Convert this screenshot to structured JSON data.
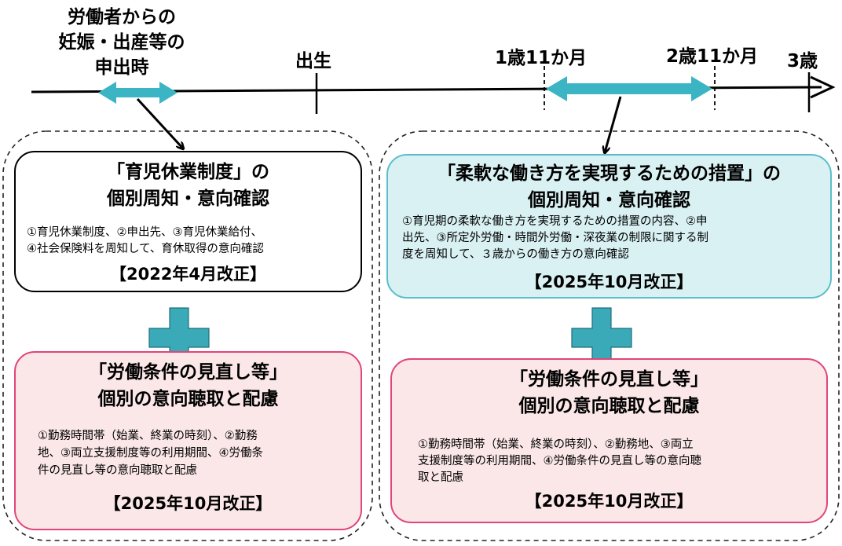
{
  "timeline": {
    "start_label": [
      "労働者からの",
      "妊娠・出産等の",
      "申出時"
    ],
    "ticks": [
      {
        "label": "出生"
      },
      {
        "label": "1歳11か月"
      },
      {
        "label": "2歳11か月"
      },
      {
        "label": "3歳"
      }
    ]
  },
  "left_group": {
    "top_box": {
      "title": [
        "「育児休業制度」の",
        "個別周知・意向確認"
      ],
      "body": [
        "①育児休業制度、②申出先、③育児休業給付、",
        "④社会保険料を周知して、育休取得の意向確認"
      ],
      "revision": "【2022年4月改正】"
    },
    "bottom_box": {
      "title": [
        "「労働条件の見直し等」",
        "個別の意向聴取と配慮"
      ],
      "body": [
        "①勤務時間帯（始業、終業の時刻）、②勤務",
        "地、③両立支援制度等の利用期間、④労働条",
        "件の見直し等の意向聴取と配慮"
      ],
      "revision": "【2025年10月改正】"
    }
  },
  "right_group": {
    "top_box": {
      "title": [
        "「柔軟な働き方を実現するための措置」の",
        "個別周知・意向確認"
      ],
      "body": [
        "①育児期の柔軟な働き方を実現するための措置の内容、②申",
        "出先、③所定外労働・時間外労働・深夜業の制限に関する制",
        "度を周知して、３歳からの働き方の意向確認"
      ],
      "revision": "【2025年10月改正】"
    },
    "bottom_box": {
      "title": [
        "「労働条件の見直し等」",
        "個別の意向聴取と配慮"
      ],
      "body": [
        "①勤務時間帯（始業、終業の時刻）、②勤務地、③両立",
        "支援制度等の利用期間、④労働条件の見直し等の意向聴",
        "取と配慮"
      ],
      "revision": "【2025年10月改正】"
    }
  },
  "colors": {
    "teal_arrow": "#3bb5c4",
    "plus": "#3aa9b8",
    "teal_box_fill": "#d9f1f3",
    "teal_box_border": "#5bbec9",
    "pink_box_fill": "#fbe7e8",
    "pink_box_border": "#e0457b"
  }
}
